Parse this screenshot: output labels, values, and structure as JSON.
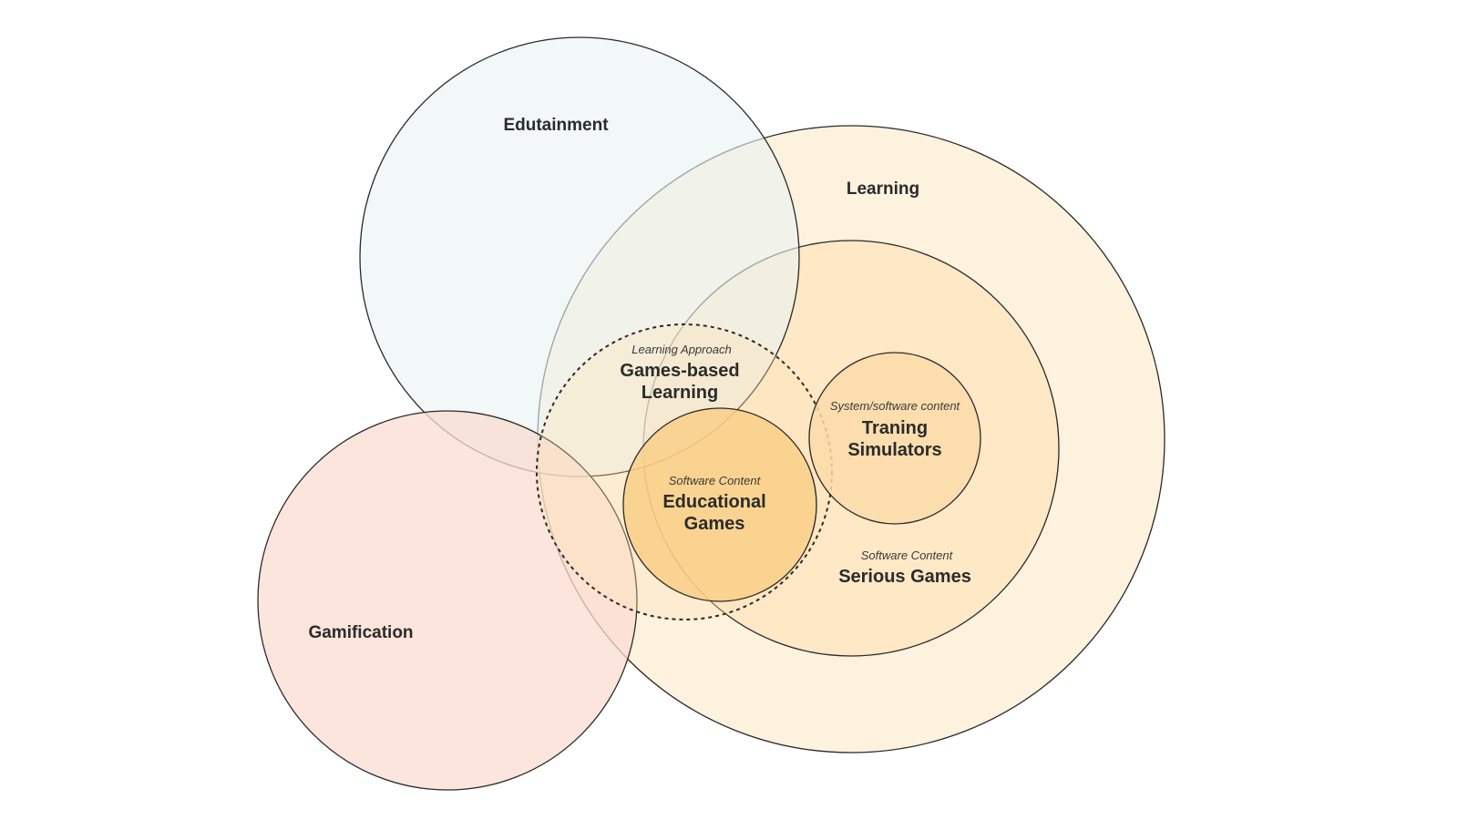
{
  "diagram": {
    "edutainment": {
      "label": "Edutainment",
      "fill": "#e9f3f2"
    },
    "gamification": {
      "label": "Gamification",
      "fill": "#fadcd0"
    },
    "learning": {
      "label": "Learning",
      "fill": "#fdf0d8"
    },
    "serious_games": {
      "category": "Software Content",
      "label": "Serious Games",
      "fill": "#fde4bd"
    },
    "games_based_learning": {
      "category": "Learning Approach",
      "label_line1": "Games-based",
      "label_line2": "Learning"
    },
    "training_simulators": {
      "category": "System/software content",
      "label_line1": "Traning",
      "label_line2": "Simulators",
      "fill": "#fcdba8"
    },
    "educational_games": {
      "category": "Software Content",
      "label_line1": "Educational",
      "label_line2": "Games",
      "fill": "#f9cf88"
    },
    "stroke_color": "#2a2a2a"
  }
}
